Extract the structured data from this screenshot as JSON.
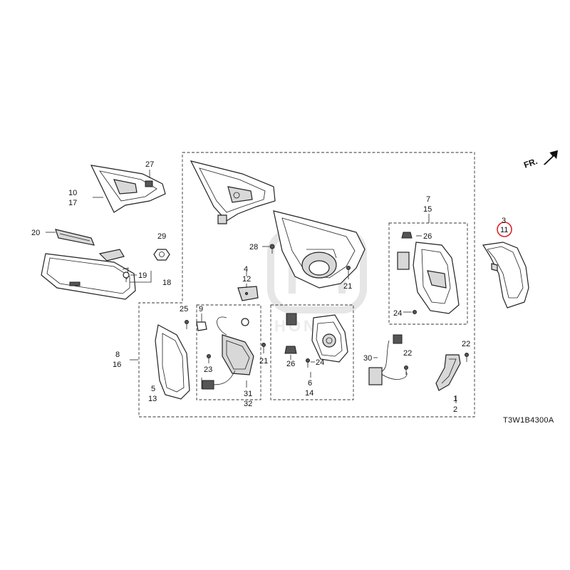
{
  "diagram": {
    "code": "T3W1B4300A",
    "direction_label": "FR.",
    "colors": {
      "line": "#222222",
      "highlight": "#d9262c",
      "watermark": "#e6e6e6"
    },
    "callouts": {
      "c3": "3",
      "c11": "11",
      "c7": "7",
      "c15": "15",
      "c26a": "26",
      "c24a": "24",
      "c10": "10",
      "c17": "17",
      "c27": "27",
      "c20": "20",
      "c29": "29",
      "c28": "28",
      "c19": "19",
      "c18": "18",
      "c4": "4",
      "c12": "12",
      "c21a": "21",
      "c21b": "21",
      "c25": "25",
      "c9": "9",
      "c8": "8",
      "c16": "16",
      "c5": "5",
      "c13": "13",
      "c23": "23",
      "c31": "31",
      "c32": "32",
      "c26b": "26",
      "c24b": "24",
      "c6": "6",
      "c14": "14",
      "c30": "30",
      "c22a": "22",
      "c22b": "22",
      "c1": "1",
      "c2": "2"
    }
  }
}
